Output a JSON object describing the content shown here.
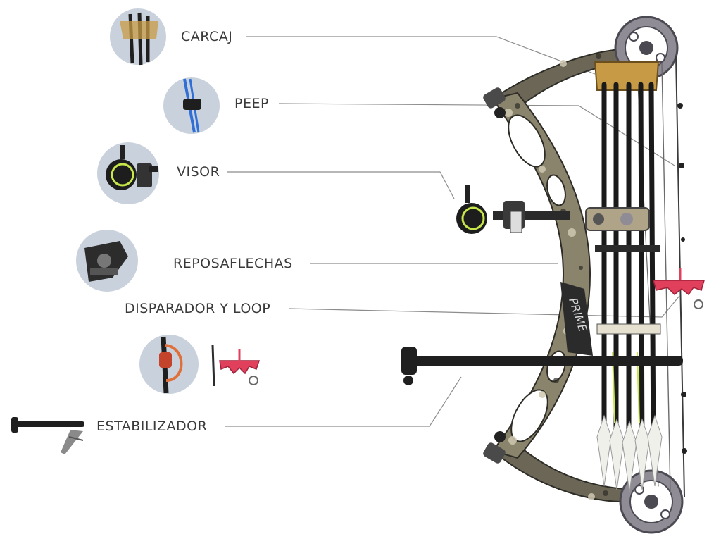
{
  "labels": {
    "quiver": "CARCAJ",
    "peep": "PEEP",
    "sight": "VISOR",
    "arrow_rest": "REPOSAFLECHAS",
    "release": "DISPARADOR Y LOOP",
    "stabilizer": "ESTABILIZADOR"
  },
  "brand_text": "PRIME",
  "colors": {
    "label_text": "#3a3a3a",
    "leader_line": "#8c8c8c",
    "camo_dark": "#3b3a33",
    "camo_light": "#cfc8b2",
    "arrow_shaft": "#1a1a1a",
    "cam_gray": "#8f8c96",
    "release_red": "#e0405c",
    "sight_ring": "#c6e64a",
    "quiver_gold": "#c79b46",
    "thumb_bg": "#c9d2dc"
  }
}
